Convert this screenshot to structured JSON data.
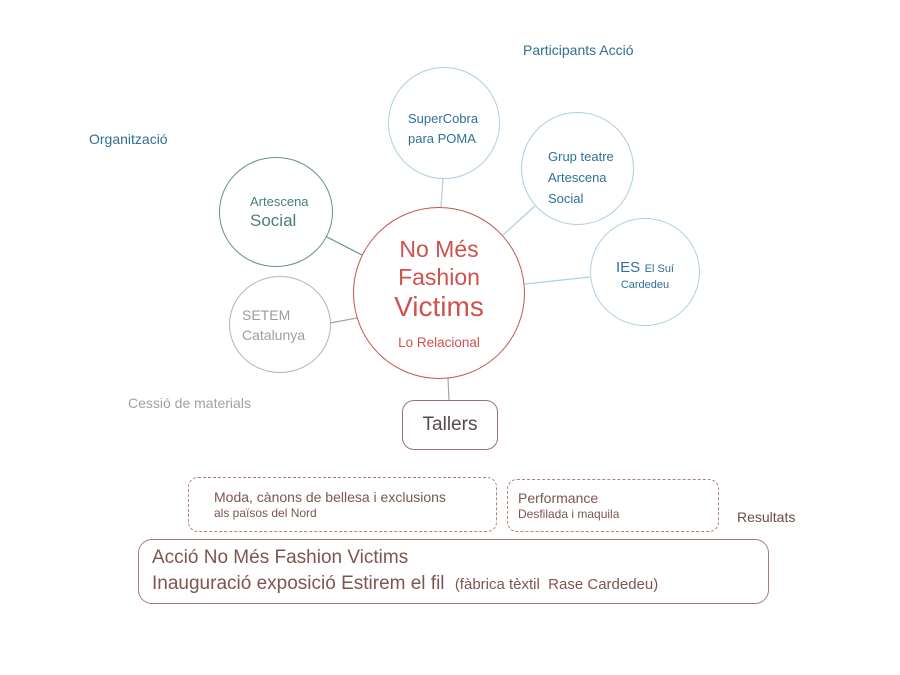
{
  "labels": {
    "participants_accio": "Participants Acció",
    "organitzacio": "Organització",
    "cessio_de_materials": "Cessió de materials",
    "resultats": "Resultats"
  },
  "nodes": {
    "supercobra": {
      "line1": "SuperCobra",
      "line2": "para POMA"
    },
    "grup_teatre": {
      "line1": "Grup teatre",
      "line2": "Artescena",
      "line3": "Social"
    },
    "ies": {
      "name": "IES",
      "name_suffix": "El Suí",
      "line2": "Cardedeu"
    },
    "artescena": {
      "line1": "Artescena",
      "line2": "Social"
    },
    "setem": {
      "line1": "SETEM",
      "line2": "Catalunya"
    },
    "center": {
      "line1": "No Més",
      "line2": "Fashion",
      "line3": "Victims",
      "subtitle": "Lo Relacional"
    },
    "tallers": {
      "label": "Tallers"
    }
  },
  "result_items": {
    "moda": {
      "title": "Moda, cànons de bellesa i exclusions",
      "subtitle": "als països del Nord"
    },
    "performance": {
      "title": "Performance",
      "subtitle": "Desfilada i maquila"
    },
    "accio": {
      "line1": "Acció No Més Fashion Victims",
      "line2": "Inauguració exposició Estirem el fil",
      "line2_detail": "(fàbrica tèxtil  Rase Cardedeu)"
    }
  },
  "colors": {
    "label_blue": "#2f6f92",
    "node_text_blue": "#2f7095",
    "node_stroke_light_blue": "#accfe1",
    "node_stroke_teal": "#62928e",
    "node_text_teal": "#468079",
    "node_stroke_gray": "#b4b4b4",
    "node_text_gray": "#9d9d9d",
    "center_stroke_red": "#c75450",
    "center_text_red": "#cf524d",
    "result_border_brown": "#aa7e76",
    "result_text_brown": "#7d564e",
    "connector_gray": "#a5a5a5"
  }
}
